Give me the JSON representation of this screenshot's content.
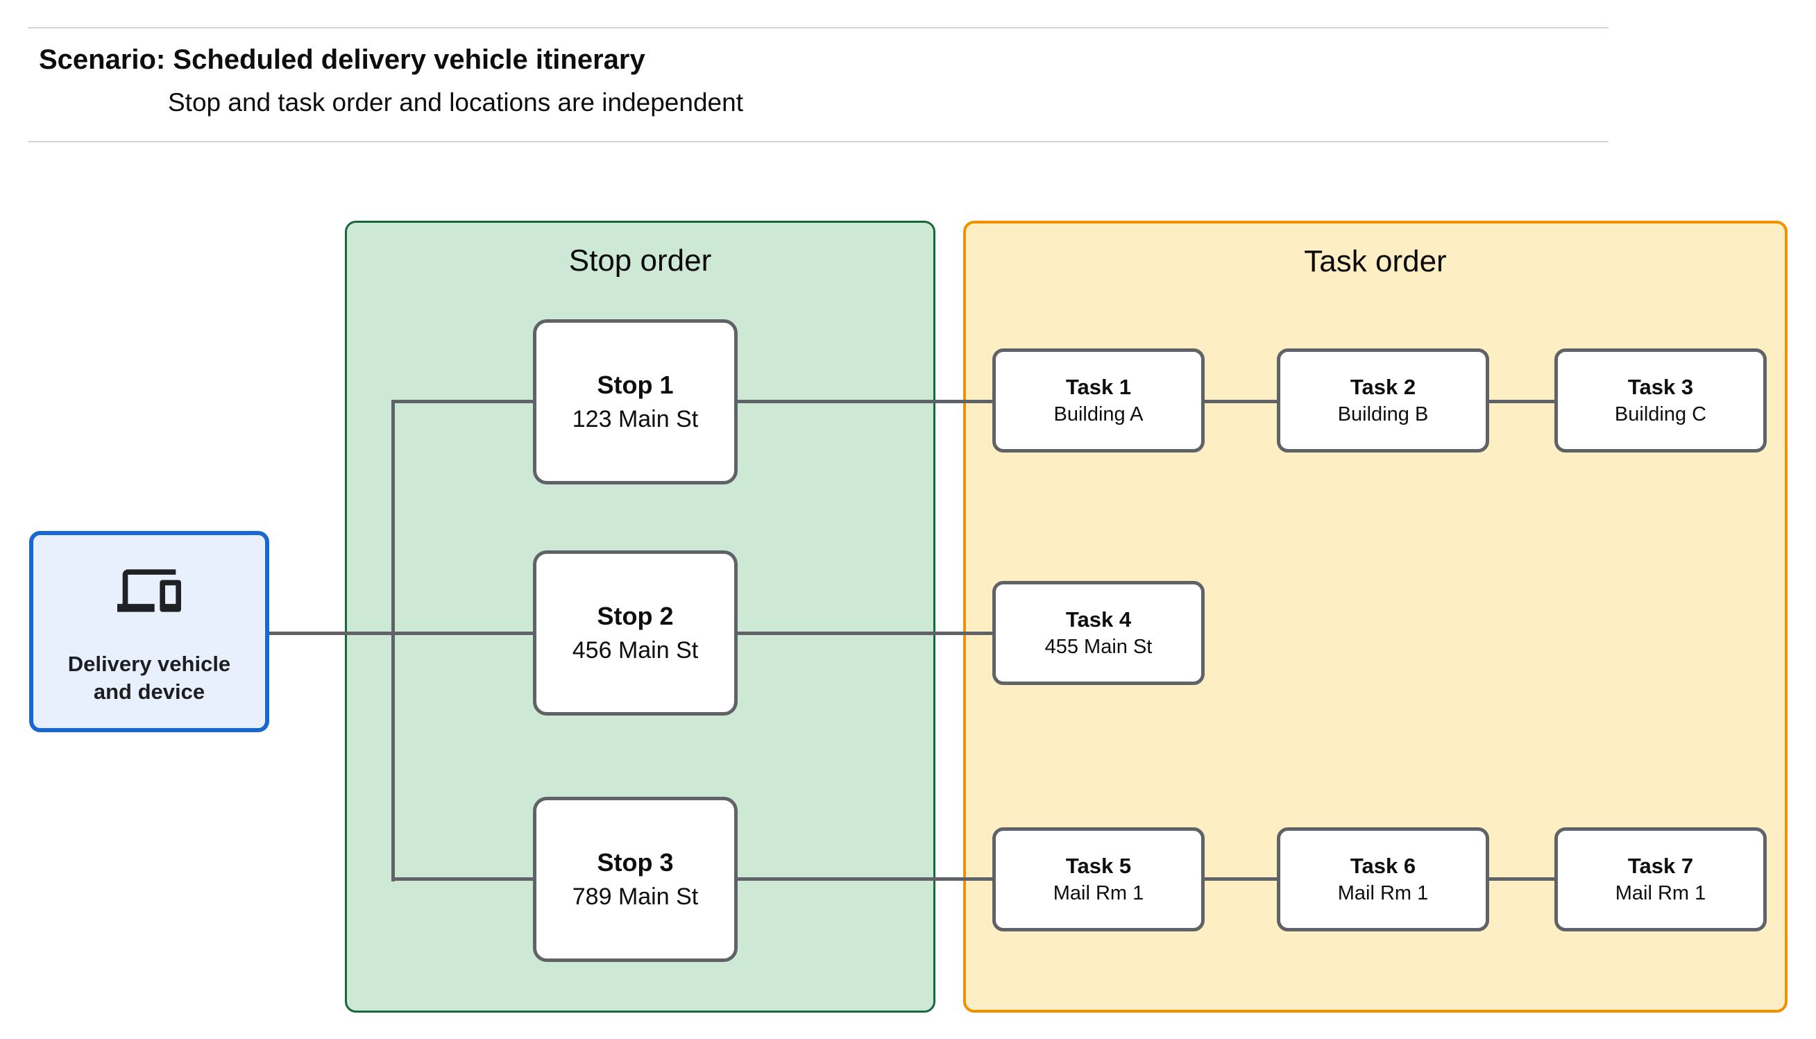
{
  "header": {
    "title": "Scenario: Scheduled delivery vehicle itinerary",
    "subtitle": "Stop and task order and locations are independent"
  },
  "device_node": {
    "label": "Delivery vehicle and device",
    "icon": "devices-icon",
    "border_color": "#1967d2",
    "bg_color": "#e8f0fe"
  },
  "stop_panel": {
    "title": "Stop order",
    "border_color": "#17693a",
    "bg_color": "#cde8d4",
    "stops": [
      {
        "name": "Stop 1",
        "location": "123 Main St"
      },
      {
        "name": "Stop 2",
        "location": "456 Main St"
      },
      {
        "name": "Stop 3",
        "location": "789 Main St"
      }
    ]
  },
  "task_panel": {
    "title": "Task order",
    "border_color": "#f29100",
    "bg_color": "#fdefc3",
    "rows": [
      [
        {
          "name": "Task 1",
          "location": "Building A"
        },
        {
          "name": "Task 2",
          "location": "Building B"
        },
        {
          "name": "Task 3",
          "location": "Building C"
        }
      ],
      [
        {
          "name": "Task 4",
          "location": "455 Main St"
        }
      ],
      [
        {
          "name": "Task 5",
          "location": "Mail Rm 1"
        },
        {
          "name": "Task 6",
          "location": "Mail Rm 1"
        },
        {
          "name": "Task 7",
          "location": "Mail Rm 1"
        }
      ]
    ]
  },
  "connector_color": "#5f6368",
  "node_border_color": "#5f6368"
}
